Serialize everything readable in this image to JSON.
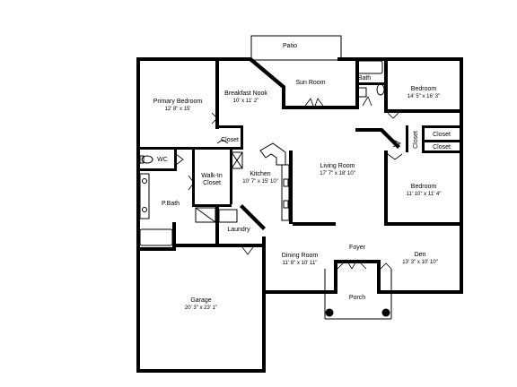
{
  "rooms": {
    "patio": {
      "name": "Patio"
    },
    "primary_bedroom": {
      "name": "Primary Bedroom",
      "dims": "12' 8\" x 15'"
    },
    "breakfast_nook": {
      "name": "Breakfast Nook",
      "dims": "10' x 11' 2\""
    },
    "sun_room": {
      "name": "Sun Room"
    },
    "bath": {
      "name": "Bath"
    },
    "bedroom_1": {
      "name": "Bedroom",
      "dims": "14' 5\" x 16' 3\""
    },
    "closet_main": {
      "name": "Closet"
    },
    "closet_right_1": {
      "name": "Closet"
    },
    "closet_right_2": {
      "name": "Closet"
    },
    "closet_vertical": {
      "name": "Closet"
    },
    "wc": {
      "name": "WC"
    },
    "walk_in_closet": {
      "name_line1": "Walk-In",
      "name_line2": "Closet"
    },
    "kitchen": {
      "name": "Kitchen",
      "dims": "10' 7\" x 15' 10\""
    },
    "living_room": {
      "name": "Living Room",
      "dims": "17' 7\" x 18' 10\""
    },
    "bedroom_2": {
      "name": "Bedroom",
      "dims": "11' 10\" x 11' 4\""
    },
    "p_bath": {
      "name": "P.Bath"
    },
    "laundry": {
      "name": "Laundry"
    },
    "foyer": {
      "name": "Foyer"
    },
    "dining_room": {
      "name": "Dining Room",
      "dims": "11' 8\" x 10' 11\""
    },
    "den": {
      "name": "Den",
      "dims": "13' 3\" x 10' 10\""
    },
    "porch": {
      "name": "Porch"
    },
    "garage": {
      "name": "Garage",
      "dims": "20' 3\" x 23' 1\""
    }
  }
}
